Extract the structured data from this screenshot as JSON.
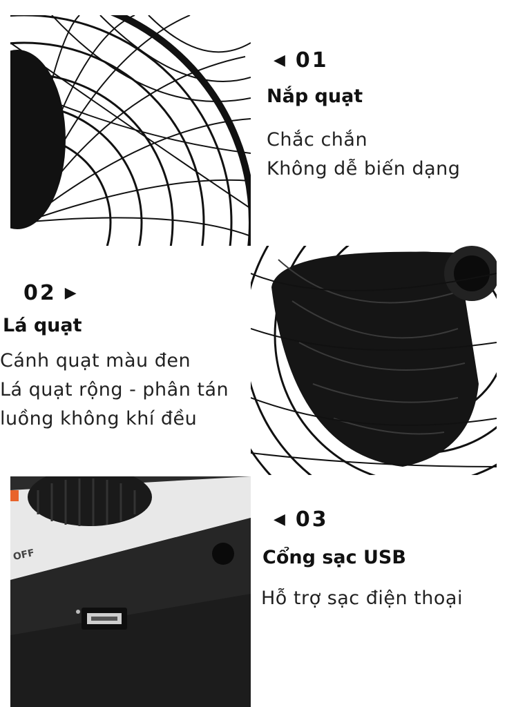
{
  "sections": [
    {
      "number": "01",
      "arrow": "◀",
      "title": "Nắp quạt",
      "lines": [
        "Chắc chắn",
        "Không dễ biến dạng"
      ]
    },
    {
      "number": "02",
      "arrow": "▶",
      "title": "Lá quạt",
      "lines": [
        "Cánh quạt màu đen",
        "Lá quạt rộng - phân tán",
        "luồng không khí đều"
      ]
    },
    {
      "number": "03",
      "arrow": "◀",
      "title": "Cổng sạc USB",
      "lines": [
        "Hỗ trợ sạc điện thoại"
      ]
    }
  ],
  "panel_label": "OFF",
  "colors": {
    "text": "#111111",
    "fan": "#111111",
    "panel_bg": "#2b2b2b"
  }
}
